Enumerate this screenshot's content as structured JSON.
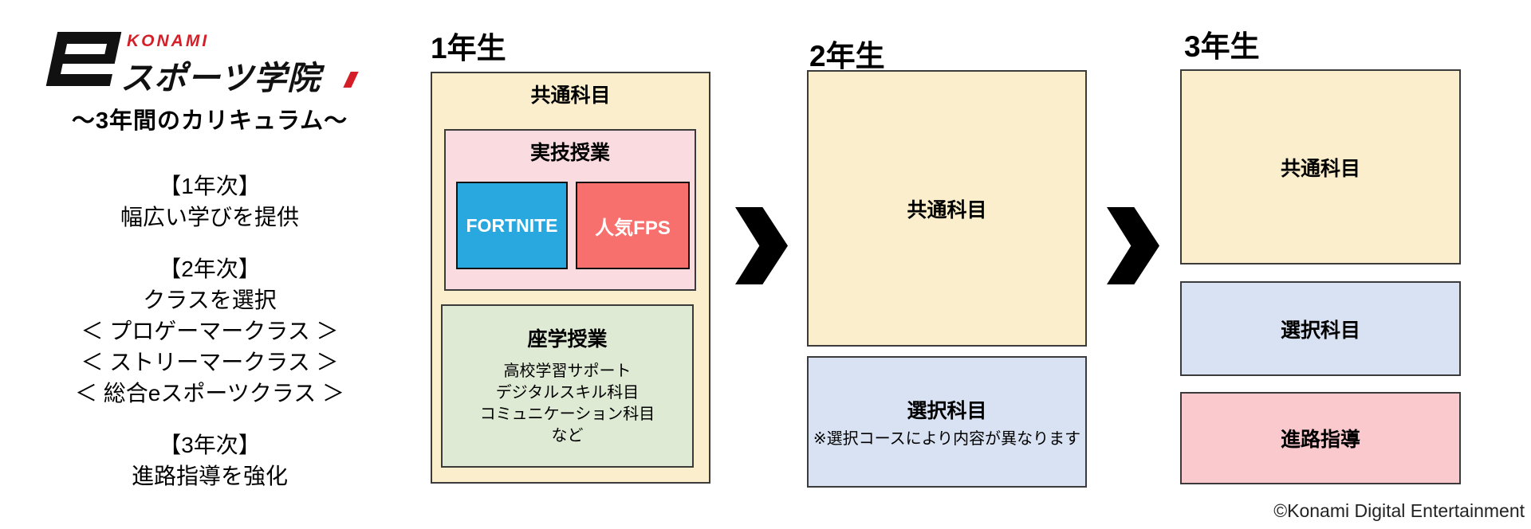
{
  "logo": {
    "konami": "KONAMI",
    "gakuin": "スポーツ学院",
    "e_glyph": "stylized-e-icon"
  },
  "left_panel": {
    "tagline": "～3年間のカリキュラム～",
    "year1_heading": "【1年次】",
    "year1_desc": "幅広い学びを提供",
    "year2_heading": "【2年次】",
    "year2_desc": "クラスを選択",
    "year2_class1": "＜ プロゲーマークラス ＞",
    "year2_class2": "＜ ストリーマークラス ＞",
    "year2_class3": "＜ 総合eスポーツクラス ＞",
    "year3_heading": "【3年次】",
    "year3_desc": "進路指導を強化"
  },
  "column1": {
    "header": "1年生",
    "common_label": "共通科目",
    "practical_label": "実技授業",
    "fortnite_label": "FORTNITE",
    "fps_label": "人気FPS",
    "lecture_label": "座学授業",
    "lecture_items": [
      "高校学習サポート",
      "デジタルスキル科目",
      "コミュニケーション科目",
      "など"
    ]
  },
  "column2": {
    "header": "2年生",
    "common_label": "共通科目",
    "elective_label": "選択科目",
    "elective_note": "※選択コースにより内容が異なります"
  },
  "column3": {
    "header": "3年生",
    "common_label": "共通科目",
    "elective_label": "選択科目",
    "career_label": "進路指導"
  },
  "footer": {
    "copyright": "©Konami Digital Entertainment"
  },
  "icons": {
    "year_transition_arrow": "chevron-right"
  },
  "colors": {
    "background": "#FFFFFF",
    "beige_box": "#FBEECD",
    "light_pink_box": "#FADBE0",
    "light_green_box": "#DEEAD3",
    "light_blue_box": "#D9E2F3",
    "medium_pink_box": "#F9C9CE",
    "fortnite_blue": "#29A8E0",
    "fps_red": "#F7706D",
    "konami_red": "#D51F28",
    "border": "#3B3B3B",
    "arrow_black": "#000000"
  }
}
